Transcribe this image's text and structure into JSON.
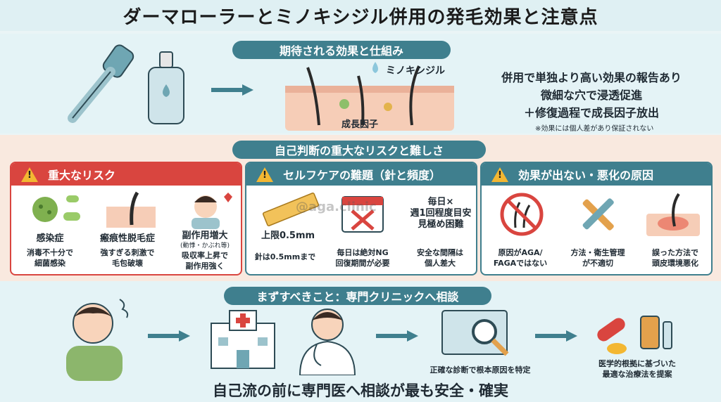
{
  "title": "ダーマローラーとミノキシジル併用の発毛効果と注意点",
  "section1": {
    "pill": "期待される効果と仕組み",
    "label_minoxidil": "ミノキシジル",
    "label_growth": "成長因子",
    "effect_lines": [
      "併用で単独より高い効果の報告あり",
      "微細な穴で浸透促進",
      "＋修復過程で成長因子放出"
    ],
    "note": "※効果には個人差があり保証されない"
  },
  "section2": {
    "pill": "自己判断の重大なリスクと難しさ",
    "panels": [
      {
        "title": "重大なリスク",
        "items": [
          {
            "label": "感染症",
            "desc": [
              "消毒不十分で",
              "細菌感染"
            ]
          },
          {
            "label": "瘢痕性脱毛症",
            "desc": [
              "強すぎる刺激で",
              "毛包破壊"
            ]
          },
          {
            "label": "副作用増大",
            "small": "(動悸・かぶれ等)",
            "desc": [
              "吸収率上昇で",
              "副作用強く"
            ]
          }
        ]
      },
      {
        "title": "セルフケアの難題（針と頻度）",
        "items": [
          {
            "label": "上限0.5mm",
            "desc": [
              "針は0.5mmまで"
            ]
          },
          {
            "label": "",
            "desc": [
              "毎日は絶対NG",
              "回復期間が必要"
            ]
          },
          {
            "label": "毎日×\n週1回程度目安\n見極め困難",
            "desc": [
              "安全な間隔は",
              "個人差大"
            ]
          }
        ]
      },
      {
        "title": "効果が出ない・悪化の原因",
        "items": [
          {
            "label": "",
            "desc": [
              "原因がAGA/",
              "FAGAではない"
            ]
          },
          {
            "label": "",
            "desc": [
              "方法・衛生管理",
              "が不適切"
            ]
          },
          {
            "label": "",
            "desc": [
              "誤った方法で",
              "頭皮環境悪化"
            ]
          }
        ]
      }
    ],
    "watermark": "@aga.clinic"
  },
  "section3": {
    "pill": "まずすべきこと：専門クリニックへ相談",
    "caption_diagnosis": "正確な診断で根本原因を特定",
    "caption_treatment": [
      "医学的根拠に基づいた",
      "最適な治療法を提案"
    ],
    "bottom": "自己流の前に専門医へ相談が最も安全・確実"
  },
  "colors": {
    "teal": "#3f7f8e",
    "red": "#d9453f",
    "risk_bg": "#f9e9df"
  }
}
